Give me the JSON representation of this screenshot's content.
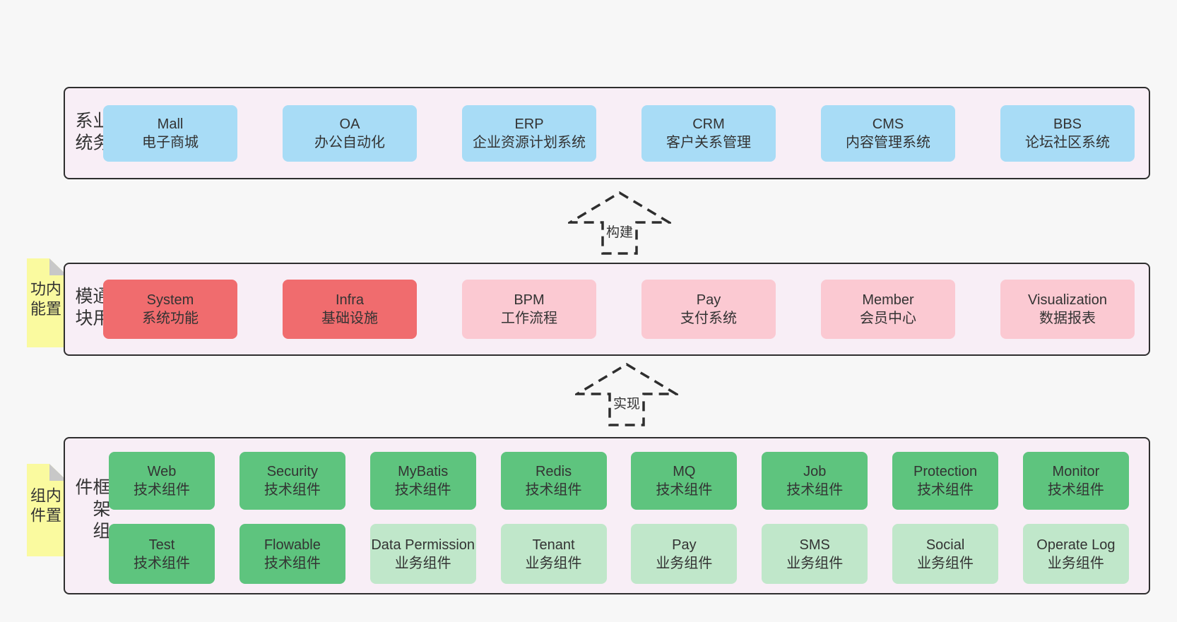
{
  "diagram": {
    "layers": [
      {
        "label": "业务系统",
        "boxes": [
          {
            "title": "Mall",
            "subtitle": "电子商城"
          },
          {
            "title": "OA",
            "subtitle": "办公自动化"
          },
          {
            "title": "ERP",
            "subtitle": "企业资源计划系统"
          },
          {
            "title": "CRM",
            "subtitle": "客户关系管理"
          },
          {
            "title": "CMS",
            "subtitle": "内容管理系统"
          },
          {
            "title": "BBS",
            "subtitle": "论坛社区系统"
          }
        ]
      },
      {
        "label": "通用模块",
        "sticky": "内置功能",
        "boxes": [
          {
            "title": "System",
            "subtitle": "系统功能"
          },
          {
            "title": "Infra",
            "subtitle": "基础设施"
          },
          {
            "title": "BPM",
            "subtitle": "工作流程"
          },
          {
            "title": "Pay",
            "subtitle": "支付系统"
          },
          {
            "title": "Member",
            "subtitle": "会员中心"
          },
          {
            "title": "Visualization",
            "subtitle": "数据报表"
          }
        ]
      },
      {
        "label": "框架组件",
        "sticky": "内置组件",
        "rows": [
          [
            {
              "title": "Web",
              "subtitle": "技术组件"
            },
            {
              "title": "Security",
              "subtitle": "技术组件"
            },
            {
              "title": "MyBatis",
              "subtitle": "技术组件"
            },
            {
              "title": "Redis",
              "subtitle": "技术组件"
            },
            {
              "title": "MQ",
              "subtitle": "技术组件"
            },
            {
              "title": "Job",
              "subtitle": "技术组件"
            },
            {
              "title": "Protection",
              "subtitle": "技术组件"
            },
            {
              "title": "Monitor",
              "subtitle": "技术组件"
            }
          ],
          [
            {
              "title": "Test",
              "subtitle": "技术组件"
            },
            {
              "title": "Flowable",
              "subtitle": "技术组件"
            },
            {
              "title": "Data Permission",
              "subtitle": "业务组件"
            },
            {
              "title": "Tenant",
              "subtitle": "业务组件"
            },
            {
              "title": "Pay",
              "subtitle": "业务组件"
            },
            {
              "title": "SMS",
              "subtitle": "业务组件"
            },
            {
              "title": "Social",
              "subtitle": "业务组件"
            },
            {
              "title": "Operate Log",
              "subtitle": "业务组件"
            }
          ]
        ]
      }
    ],
    "arrows": [
      {
        "label": "构建"
      },
      {
        "label": "实现"
      }
    ],
    "colors": {
      "page_background": "#f7f7f7",
      "layer_background": "#f8eef6",
      "layer_border": "#2e2e2e",
      "business_box": "#a8dcf6",
      "core_module_box": "#f06c6e",
      "optional_module_box": "#fbc9d2",
      "tech_component_box": "#5ec47e",
      "biz_component_box": "#c0e7ca",
      "sticky_note": "#fafa9f",
      "sticky_fold": "#c8c8c8",
      "text": "#333333"
    }
  }
}
